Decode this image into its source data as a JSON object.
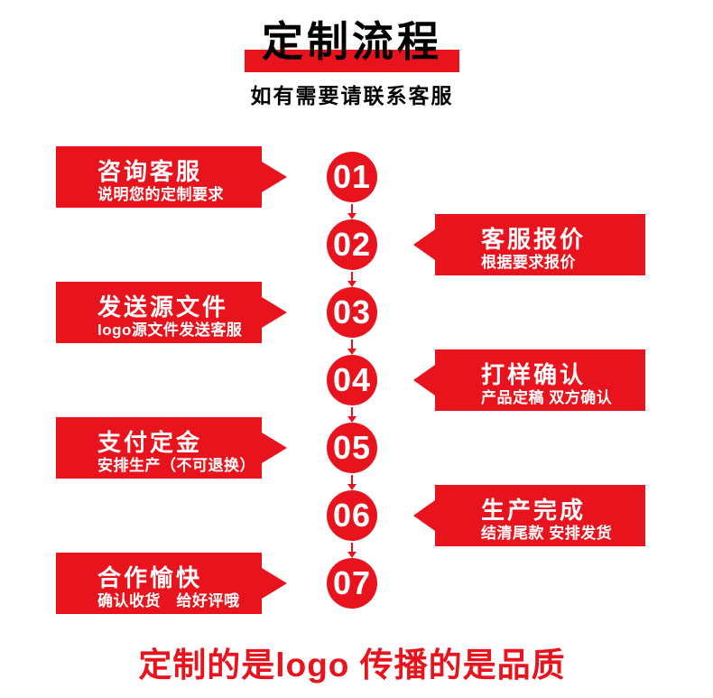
{
  "colors": {
    "accent": "#e8131c",
    "title_text": "#000000"
  },
  "header": {
    "title": "定制流程",
    "subtitle": "如有需要请联系客服"
  },
  "steps": [
    {
      "num": "01",
      "side": "left",
      "title": "咨询客服",
      "subtitle": "说明您的定制要求"
    },
    {
      "num": "02",
      "side": "right",
      "title": "客服报价",
      "subtitle": "根据要求报价"
    },
    {
      "num": "03",
      "side": "left",
      "title": "发送源文件",
      "subtitle": "logo源文件发送客服"
    },
    {
      "num": "04",
      "side": "right",
      "title": "打样确认",
      "subtitle": "产品定稿 双方确认"
    },
    {
      "num": "05",
      "side": "left",
      "title": "支付定金",
      "subtitle": "安排生产（不可退换）"
    },
    {
      "num": "06",
      "side": "right",
      "title": "生产完成",
      "subtitle": "结清尾款 安排发货"
    },
    {
      "num": "07",
      "side": "left",
      "title": "合作愉快",
      "subtitle": "确认收货　给好评哦"
    }
  ],
  "footer": {
    "slogan": "定制的是logo 传播的是品质"
  }
}
